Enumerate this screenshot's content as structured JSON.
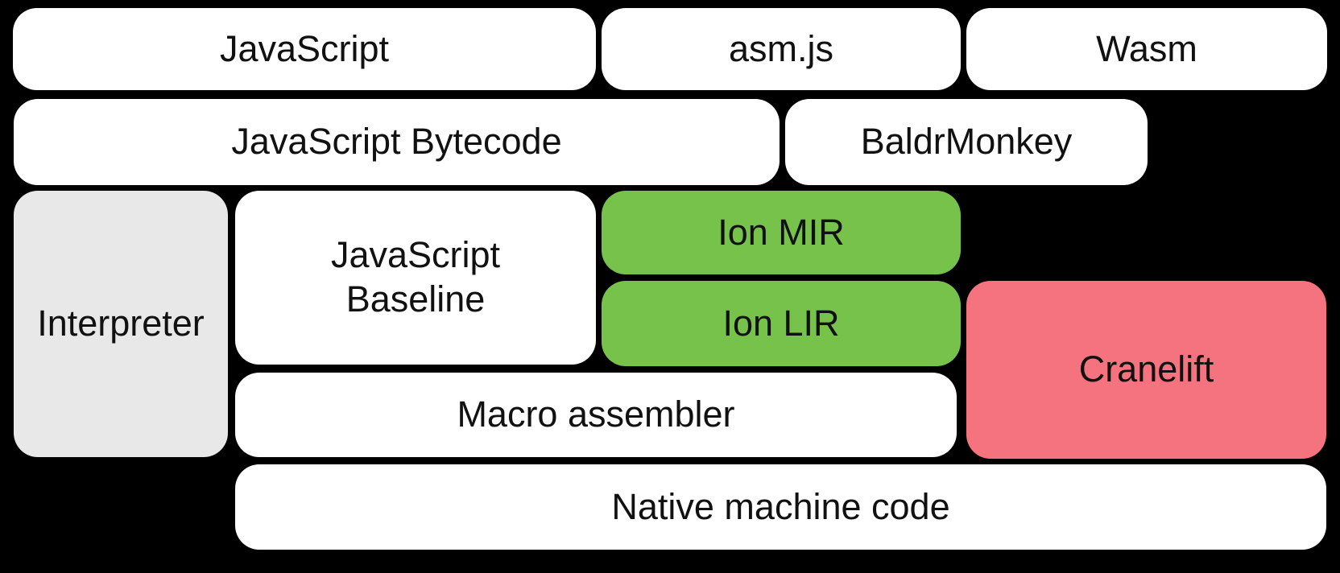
{
  "diagram": {
    "boxes": {
      "javascript": {
        "label": "JavaScript"
      },
      "asmjs": {
        "label": "asm.js"
      },
      "wasm": {
        "label": "Wasm"
      },
      "bytecode": {
        "label": "JavaScript Bytecode"
      },
      "baldrmonkey": {
        "label": "BaldrMonkey"
      },
      "interpreter": {
        "label": "Interpreter"
      },
      "baseline": {
        "line1": "JavaScript",
        "line2": "Baseline"
      },
      "ion_mir": {
        "label": "Ion MIR"
      },
      "ion_lir": {
        "label": "Ion LIR"
      },
      "cranelift": {
        "label": "Cranelift"
      },
      "macro_assembler": {
        "label": "Macro assembler"
      },
      "native": {
        "label": "Native machine code"
      }
    },
    "colors": {
      "background": "#000000",
      "box_white": "#ffffff",
      "box_gray": "#e8e8e8",
      "box_green": "#77c24b",
      "box_pink": "#f4737f",
      "text": "#111111"
    }
  }
}
